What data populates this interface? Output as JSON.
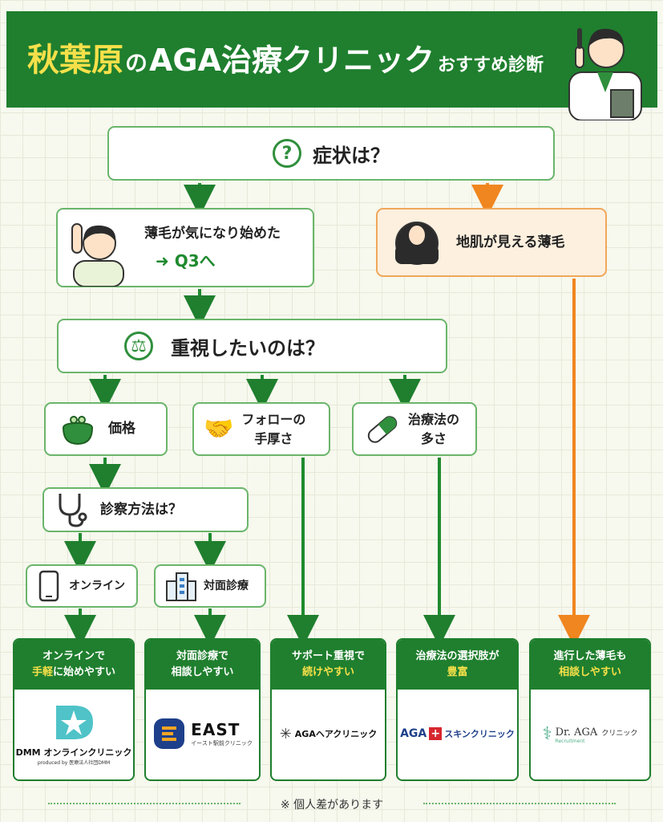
{
  "header": {
    "title_part1": "秋葉原",
    "title_part2": "の",
    "title_part3": "AGA治療クリニック",
    "title_part4": "おすすめ診断"
  },
  "q1": {
    "label": "症状は？",
    "icon": "question-icon"
  },
  "thin": {
    "label": "薄毛が気になり始めた",
    "goto": "Q3へ"
  },
  "scalp": {
    "label": "地肌が見える薄毛"
  },
  "q3": {
    "label": "重視したいのは？",
    "icon": "scale-icon"
  },
  "price": {
    "label": "価格"
  },
  "follow": {
    "line1": "フォローの",
    "line2": "手厚さ"
  },
  "variety": {
    "line1": "治療法の",
    "line2": "多さ"
  },
  "q4": {
    "label": "診察方法は？"
  },
  "online": {
    "label": "オンライン"
  },
  "inperson": {
    "label": "対面診療"
  },
  "cards": [
    {
      "head1": "オンラインで",
      "head2a": "手軽",
      "head2b": "に始めやすい",
      "logo1": "DMM",
      "logo2": "オンラインクリニック",
      "logo3": "produced by 医療法人社団DMM"
    },
    {
      "head1": "対面診療で",
      "head2a": "",
      "head2b": "相談しやすい",
      "logo1": "EAST",
      "logo2": "イースト駅前クリニック"
    },
    {
      "head1": "サポート重視で",
      "head2a": "続けやすい",
      "head2b": "",
      "logo1": "AGAヘアクリニック"
    },
    {
      "head1": "治療法の選択肢が",
      "head2a": "豊富",
      "head2b": "",
      "logo1": "AGA",
      "logo2": "スキンクリニック"
    },
    {
      "head1": "進行した薄毛も",
      "head2a": "相談しやすい",
      "head2b": "",
      "logo1": "Dr. AGA",
      "logo2": "クリニック",
      "logo3": "Recruitment"
    }
  ],
  "note": "※ 個人差があります",
  "colors": {
    "green": "#1f7f2e",
    "orange": "#f0861f",
    "yellow": "#f6e04a"
  }
}
